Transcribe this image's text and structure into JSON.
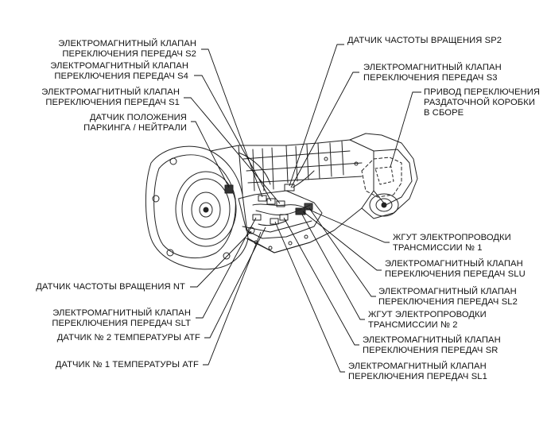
{
  "labels": {
    "s2": "ЭЛЕКТРОМАГНИТНЫЙ КЛАПАН\nПЕРЕКЛЮЧЕНИЯ ПЕРЕДАЧ S2",
    "s4": "ЭЛЕКТРОМАГНИТНЫЙ КЛАПАН\nПЕРЕКЛЮЧЕНИЯ ПЕРЕДАЧ S4",
    "s1": "ЭЛЕКТРОМАГНИТНЫЙ КЛАПАН\nПЕРЕКЛЮЧЕНИЯ ПЕРЕДАЧ S1",
    "park": "ДАТЧИК ПОЛОЖЕНИЯ\nПАРКИНГА / НЕЙТРАЛИ",
    "nt": "ДАТЧИК ЧАСТОТЫ ВРАЩЕНИЯ NT",
    "slt": "ЭЛЕКТРОМАГНИТНЫЙ КЛАПАН\nПЕРЕКЛЮЧЕНИЯ ПЕРЕДАЧ SLT",
    "atf2": "ДАТЧИК № 2 ТЕМПЕРАТУРЫ ATF",
    "atf1": "ДАТЧИК № 1 ТЕМПЕРАТУРЫ ATF",
    "sp2": "ДАТЧИК ЧАСТОТЫ ВРАЩЕНИЯ SP2",
    "s3": "ЭЛЕКТРОМАГНИТНЫЙ КЛАПАН\nПЕРЕКЛЮЧЕНИЯ ПЕРЕДАЧ S3",
    "transfer": "ПРИВОД ПЕРЕКЛЮЧЕНИЯ\nРАЗДАТОЧНОЙ КОРОБКИ\nВ СБОРЕ",
    "wire1": "ЖГУТ ЭЛЕКТРОПРОВОДКИ\nТРАНСМИССИИ № 1",
    "slu": "ЭЛЕКТРОМАГНИТНЫЙ КЛАПАН\nПЕРЕКЛЮЧЕНИЯ ПЕРЕДАЧ SLU",
    "sl2": "ЭЛЕКТРОМАГНИТНЫЙ КЛАПАН\nПЕРЕКЛЮЧЕНИЯ ПЕРЕДАЧ SL2",
    "wire2": "ЖГУТ ЭЛЕКТРОПРОВОДКИ\nТРАНСМИССИИ № 2",
    "sr": "ЭЛЕКТРОМАГНИТНЫЙ КЛАПАН\nПЕРЕКЛЮЧЕНИЯ ПЕРЕДАЧ SR",
    "sl1": "ЭЛЕКТРОМАГНИТНЫЙ КЛАПАН\nПЕРЕКЛЮЧЕНИЯ ПЕРЕДАЧ SL1"
  }
}
